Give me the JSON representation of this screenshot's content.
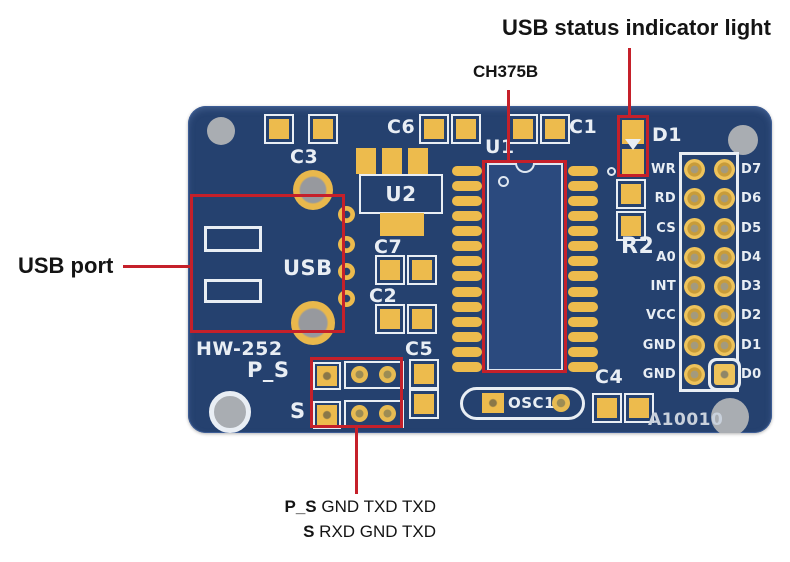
{
  "annotations": {
    "usb_status_label": "USB status indicator light",
    "ch375b_label": "CH375B",
    "usb_port_label": "USB port",
    "serial": {
      "line1_prefix": "P_S",
      "line1_rest": " GND TXD TXD",
      "line2_prefix": "S",
      "line2_rest": " RXD GND TXD"
    }
  },
  "board": {
    "silkscreen": {
      "c1": "C1",
      "c2": "C2",
      "c3": "C3",
      "c4": "C4",
      "c5": "C5",
      "c6": "C6",
      "c7": "C7",
      "u1": "U1",
      "u2": "U2",
      "d1": "D1",
      "r2": "R2",
      "osc1": "OSC1",
      "usb": "USB",
      "model": "HW-252",
      "ps": "P_S",
      "s": "S",
      "part_code": "A10010"
    },
    "header_pins": [
      {
        "left": "WR",
        "right": "D7"
      },
      {
        "left": "RD",
        "right": "D6"
      },
      {
        "left": "CS",
        "right": "D5"
      },
      {
        "left": "A0",
        "right": "D4"
      },
      {
        "left": "INT",
        "right": "D3"
      },
      {
        "left": "VCC",
        "right": "D2"
      },
      {
        "left": "GND",
        "right": "D1"
      },
      {
        "left": "GND",
        "right": "D0"
      }
    ],
    "colors": {
      "pcb": "#25416f",
      "pad_gold": "#edbb4d",
      "silkscreen": "#e9eef4",
      "annotation_red": "#c5202a",
      "hole_gray": "#a9adb2"
    }
  }
}
